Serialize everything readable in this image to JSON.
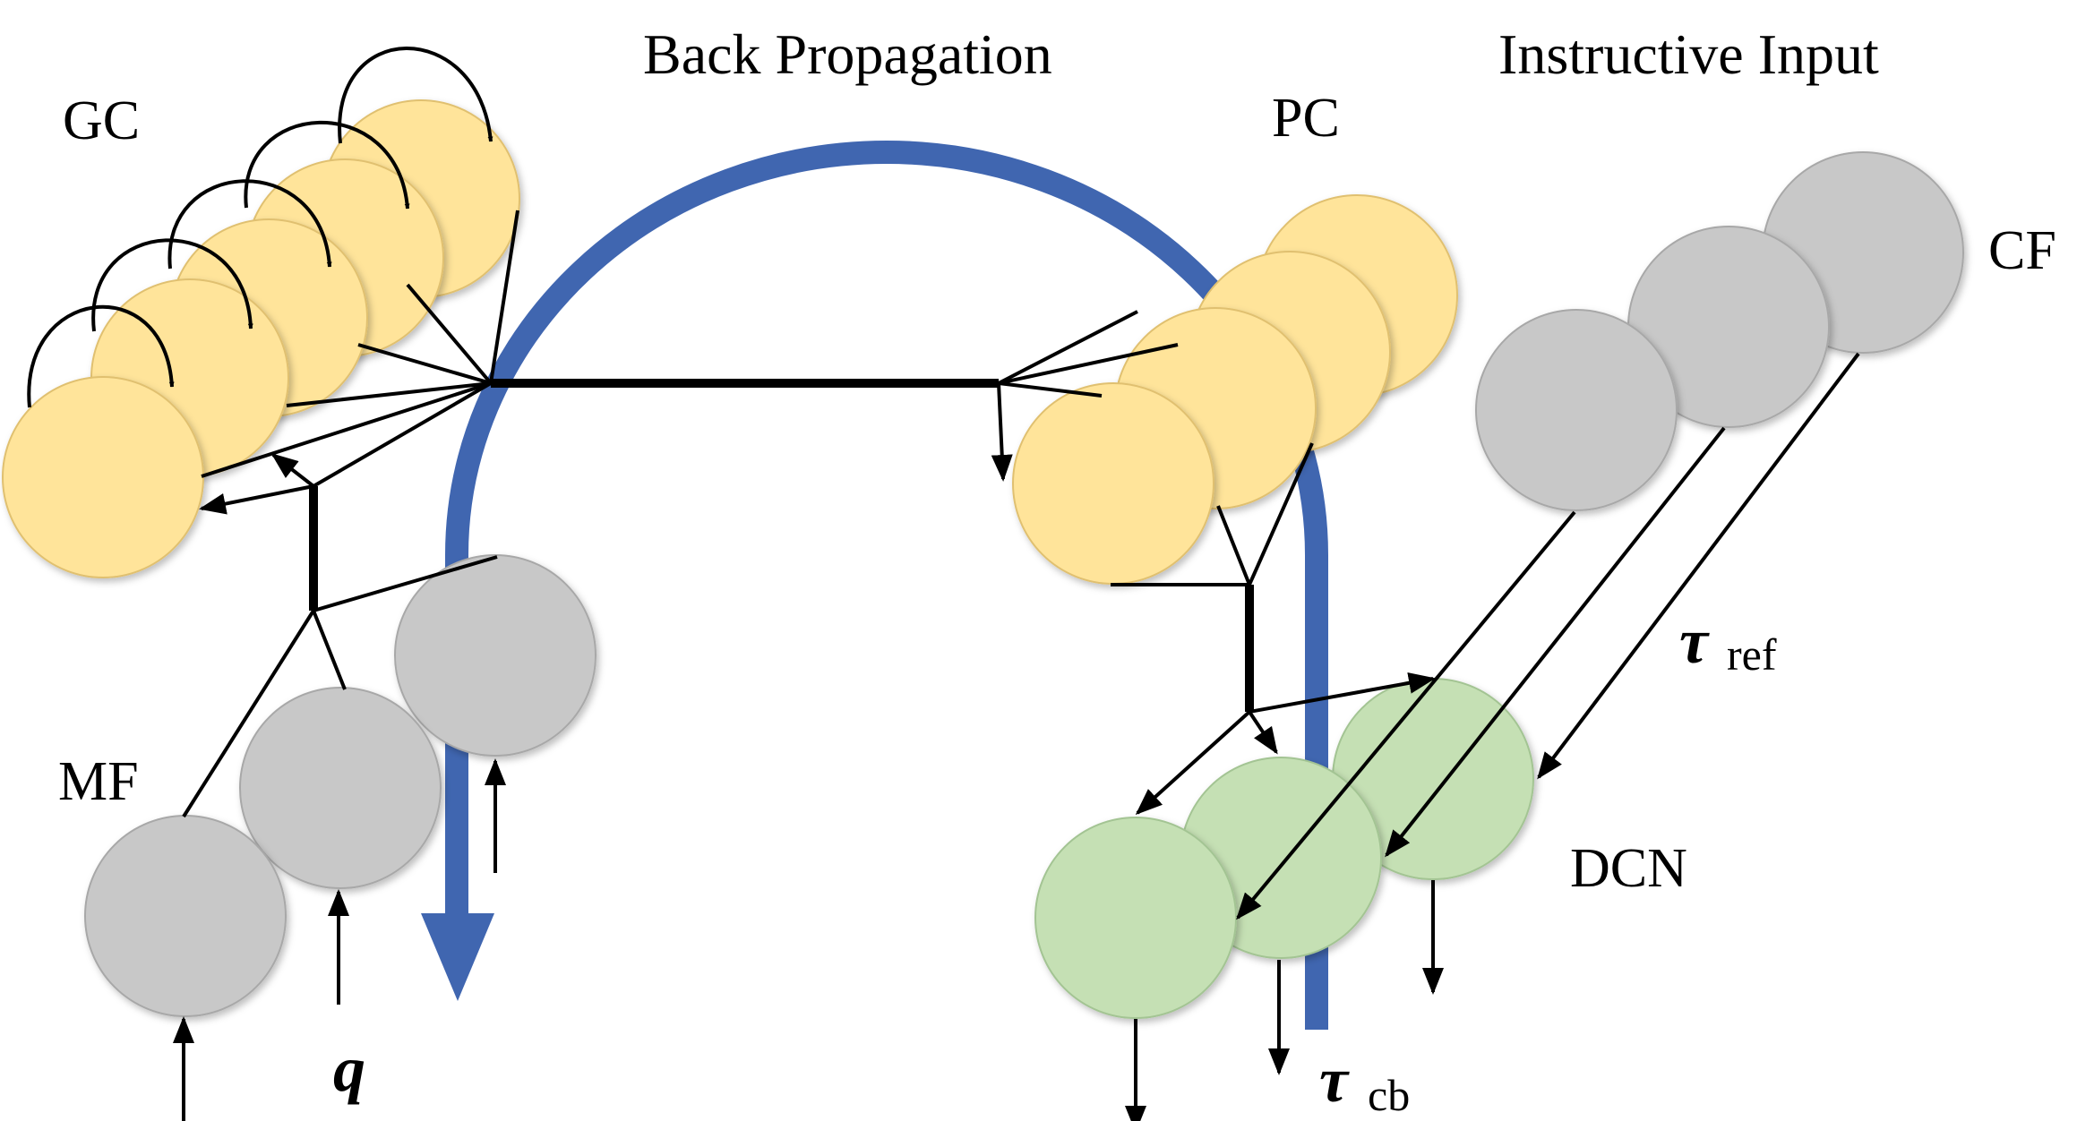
{
  "labels": {
    "back_propagation": "Back Propagation",
    "instructive_input": "Instructive Input",
    "gc": "GC",
    "pc": "PC",
    "cf": "CF",
    "mf": "MF",
    "dcn": "DCN"
  },
  "symbols": {
    "q": "q",
    "tau_ref_main": "τ",
    "tau_ref_sub": "ref",
    "tau_cb_main": "τ",
    "tau_cb_sub": "cb"
  },
  "colors": {
    "yellow_cell": "#FFE49A",
    "gray_cell": "#C8C8C8",
    "green_cell": "#C5E0B4",
    "back_propagation_arrow": "#4066B0",
    "connection_line": "#000000"
  }
}
